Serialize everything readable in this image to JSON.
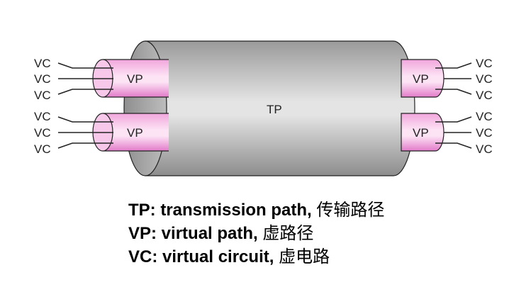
{
  "diagram": {
    "tp_label": "TP",
    "vp_label": "VP",
    "vc_label": "VC",
    "colors": {
      "tp_light": "#e8e8e8",
      "tp_dark": "#8a8a8a",
      "vp_light": "#fbd9f1",
      "vp_dark": "#e472c8",
      "line": "#222222"
    }
  },
  "legend": [
    {
      "term": "TP:",
      "text": " transmission path,",
      "cn": "传输路径"
    },
    {
      "term": "VP:",
      "text": " virtual path,",
      "cn": "虚路径"
    },
    {
      "term": "VC:",
      "text": " virtual circuit,",
      "cn": "虚电路"
    }
  ]
}
